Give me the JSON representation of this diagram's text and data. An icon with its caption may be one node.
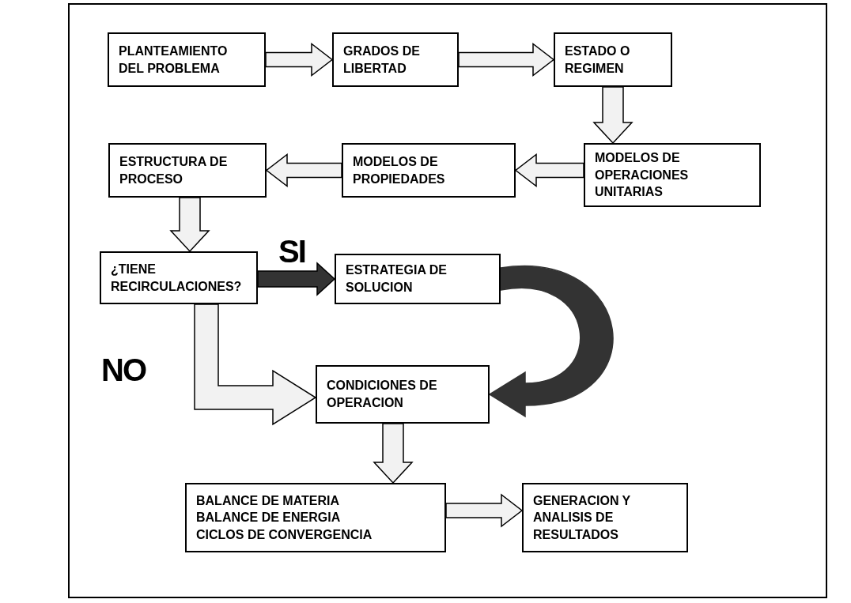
{
  "diagram": {
    "nodes": [
      {
        "text": [
          "PLANTEAMIENTO DEL PROBLEMA"
        ]
      },
      {
        "text": [
          "GRADOS DE LIBERTAD"
        ]
      },
      {
        "text": [
          "ESTADO O REGIMEN"
        ]
      },
      {
        "text": [
          "MODELOS DE OPERACIONES UNITARIAS"
        ]
      },
      {
        "text": [
          "MODELOS DE PROPIEDADES"
        ]
      },
      {
        "text": [
          "ESTRUCTURA DE PROCESO"
        ]
      },
      {
        "text": [
          "¿TIENE RECIRCULACIONES?"
        ]
      },
      {
        "text": [
          "ESTRATEGIA DE SOLUCION"
        ]
      },
      {
        "text": [
          "CONDICIONES DE OPERACION"
        ]
      },
      {
        "text": [
          "BALANCE DE MATERIA",
          "BALANCE DE ENERGIA",
          "CICLOS DE CONVERGENCIA"
        ]
      },
      {
        "text": [
          "GENERACION Y ANALISIS DE RESULTADOS"
        ]
      }
    ],
    "edges": [
      {
        "from": 0,
        "to": 1,
        "arrow": "to"
      },
      {
        "from": 1,
        "to": 2,
        "arrow": "to"
      },
      {
        "from": 2,
        "to": 3,
        "arrow": "to"
      },
      {
        "from": 3,
        "to": 4,
        "arrow": "to"
      },
      {
        "from": 4,
        "to": 5,
        "arrow": "to"
      },
      {
        "from": 5,
        "to": 6,
        "arrow": "to"
      },
      {
        "from": 6,
        "to": 7,
        "arrow": "to",
        "label": "SI",
        "style": "thick",
        "color": "#333333"
      },
      {
        "from": 7,
        "to": 8,
        "arrow": "to",
        "style": "thick",
        "color": "#333333"
      },
      {
        "from": 6,
        "to": 8,
        "arrow": "to",
        "label": "NO"
      },
      {
        "from": 8,
        "to": 9,
        "arrow": "to"
      },
      {
        "from": 9,
        "to": 10,
        "arrow": "to"
      }
    ]
  }
}
